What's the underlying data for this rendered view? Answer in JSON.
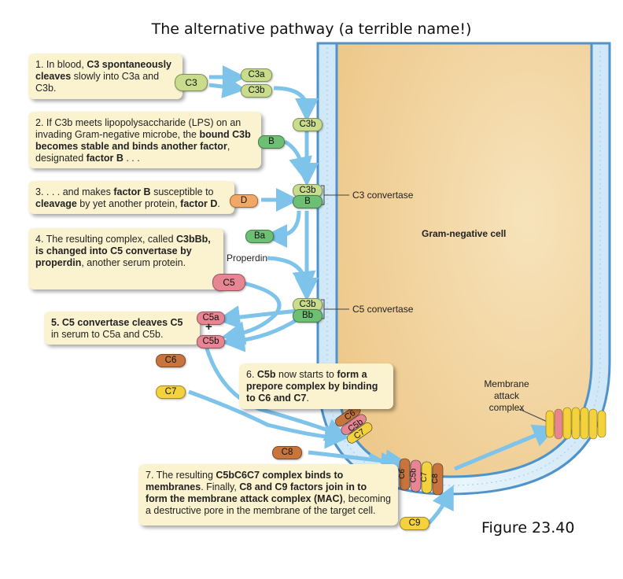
{
  "title": "The alternative pathway (a terrible name!)",
  "figure_label": "Figure 23.40",
  "steps": [
    {
      "parts": [
        {
          "t": "1. In blood, ",
          "b": false
        },
        {
          "t": "C3 spontaneously cleaves",
          "b": true
        },
        {
          "t": " slowly into C3a and C3b.",
          "b": false
        }
      ]
    },
    {
      "parts": [
        {
          "t": "2. If C3b meets lipopolysaccharide (LPS) on an invading Gram-negative microbe, the ",
          "b": false
        },
        {
          "t": "bound C3b becomes stable and binds another factor",
          "b": true
        },
        {
          "t": ", designated ",
          "b": false
        },
        {
          "t": "factor B",
          "b": true
        },
        {
          "t": " . . .",
          "b": false
        }
      ]
    },
    {
      "parts": [
        {
          "t": "3. . . . and makes ",
          "b": false
        },
        {
          "t": "factor B",
          "b": true
        },
        {
          "t": " susceptible to ",
          "b": false
        },
        {
          "t": "cleavage",
          "b": true
        },
        {
          "t": " by yet another protein, ",
          "b": false
        },
        {
          "t": "factor D",
          "b": true
        },
        {
          "t": ".",
          "b": false
        }
      ]
    },
    {
      "parts": [
        {
          "t": "4. The resulting complex, called ",
          "b": false
        },
        {
          "t": "C3bBb, is changed into C5 convertase by properdin",
          "b": true
        },
        {
          "t": ", another serum protein.",
          "b": false
        }
      ]
    },
    {
      "parts": [
        {
          "t": "5. C5 convertase cleaves C5",
          "b": true
        },
        {
          "t": " in serum to C5a and C5b.",
          "b": false
        }
      ]
    },
    {
      "parts": [
        {
          "t": "6. ",
          "b": false
        },
        {
          "t": "C5b",
          "b": true
        },
        {
          "t": " now starts to ",
          "b": false
        },
        {
          "t": "form a prepore complex by binding to C6 and C7",
          "b": true
        },
        {
          "t": ".",
          "b": false
        }
      ]
    },
    {
      "parts": [
        {
          "t": "7. The resulting ",
          "b": false
        },
        {
          "t": "C5bC6C7 complex binds to membranes",
          "b": true
        },
        {
          "t": ". Finally, ",
          "b": false
        },
        {
          "t": "C8 and C9 factors join in to form the membrane attack complex (MAC)",
          "b": true
        },
        {
          "t": ", becoming a destructive pore in the membrane of the target cell.",
          "b": false
        }
      ]
    }
  ],
  "molecules": {
    "c3": "C3",
    "c3a": "C3a",
    "c3b": "C3b",
    "b": "B",
    "d": "D",
    "ba": "Ba",
    "bb": "Bb",
    "c5": "C5",
    "c5a": "C5a",
    "c5b": "C5b",
    "c6": "C6",
    "c7": "C7",
    "c8": "C8",
    "c9": "C9",
    "plus": "+",
    "properdin": "Properdin"
  },
  "labels": {
    "c3_convertase": "C3 convertase",
    "c5_convertase": "C5 convertase",
    "cell": "Gram-negative cell",
    "mac": "Membrane attack complex"
  },
  "colors": {
    "box": "#fbf3cf",
    "arrow": "#7ec3ea",
    "membrane": "#4f93cc",
    "cytoplasm": "#f5d9a6",
    "c3": "#c8dc8c",
    "factor_b": "#6cbf73",
    "factor_d": "#f1a766",
    "c5": "#e78593",
    "c6": "#c7743d",
    "c7": "#f3d23d",
    "c8": "#c7743d",
    "c9": "#f3d23d"
  }
}
